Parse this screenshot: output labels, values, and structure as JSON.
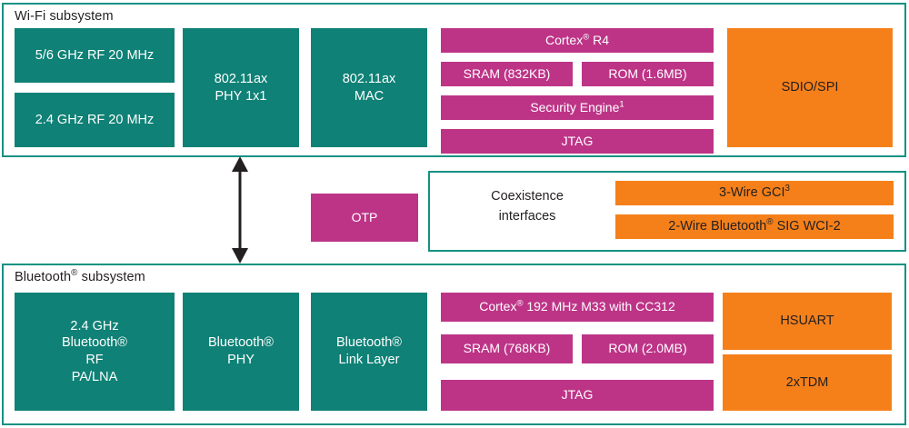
{
  "colors": {
    "teal": "#0f8176",
    "teal_border": "#149183",
    "magenta": "#bd3487",
    "orange": "#f5801a",
    "text_dark": "#231f20",
    "text_light": "#ffffff",
    "background": "#ffffff"
  },
  "wifi": {
    "title": "Wi-Fi subsystem",
    "rf_blocks": [
      {
        "label": "5/6 GHz RF 20 MHz"
      },
      {
        "label": "2.4 GHz RF 20 MHz"
      }
    ],
    "phy": "802.11ax\nPHY 1x1",
    "mac": "802.11ax\nMAC",
    "cpu": "Cortex",
    "cpu_sup": "®",
    "cpu_rest": " R4",
    "sram": "SRAM (832KB)",
    "rom": "ROM (1.6MB)",
    "security": "Security Engine",
    "security_sup": "1",
    "jtag": "JTAG",
    "host_interface": "SDIO/SPI"
  },
  "middle": {
    "otp": "OTP",
    "coexistence_label": "Coexistence\ninterfaces",
    "coex_bars": [
      {
        "text": "3-Wire GCI",
        "sup": "3"
      },
      {
        "text_a": "2-Wire Bluetooth",
        "sup": "®",
        "text_b": " SIG WCI-2"
      }
    ]
  },
  "arrow": {
    "name": "bidirectional-arrow",
    "direction": "vertical-double-headed"
  },
  "bluetooth": {
    "title_a": "Bluetooth",
    "title_sup": "®",
    "title_b": " subsystem",
    "rf": "2.4 GHz\nBluetooth®\nRF\nPA/LNA",
    "phy": "Bluetooth®\nPHY",
    "link_layer": "Bluetooth®\nLink Layer",
    "cpu": "Cortex",
    "cpu_sup": "®",
    "cpu_rest": " 192 MHz M33 with CC312",
    "sram": "SRAM (768KB)",
    "rom": "ROM (2.0MB)",
    "jtag": "JTAG",
    "hsuart": "HSUART",
    "tdm": "2xTDM"
  }
}
